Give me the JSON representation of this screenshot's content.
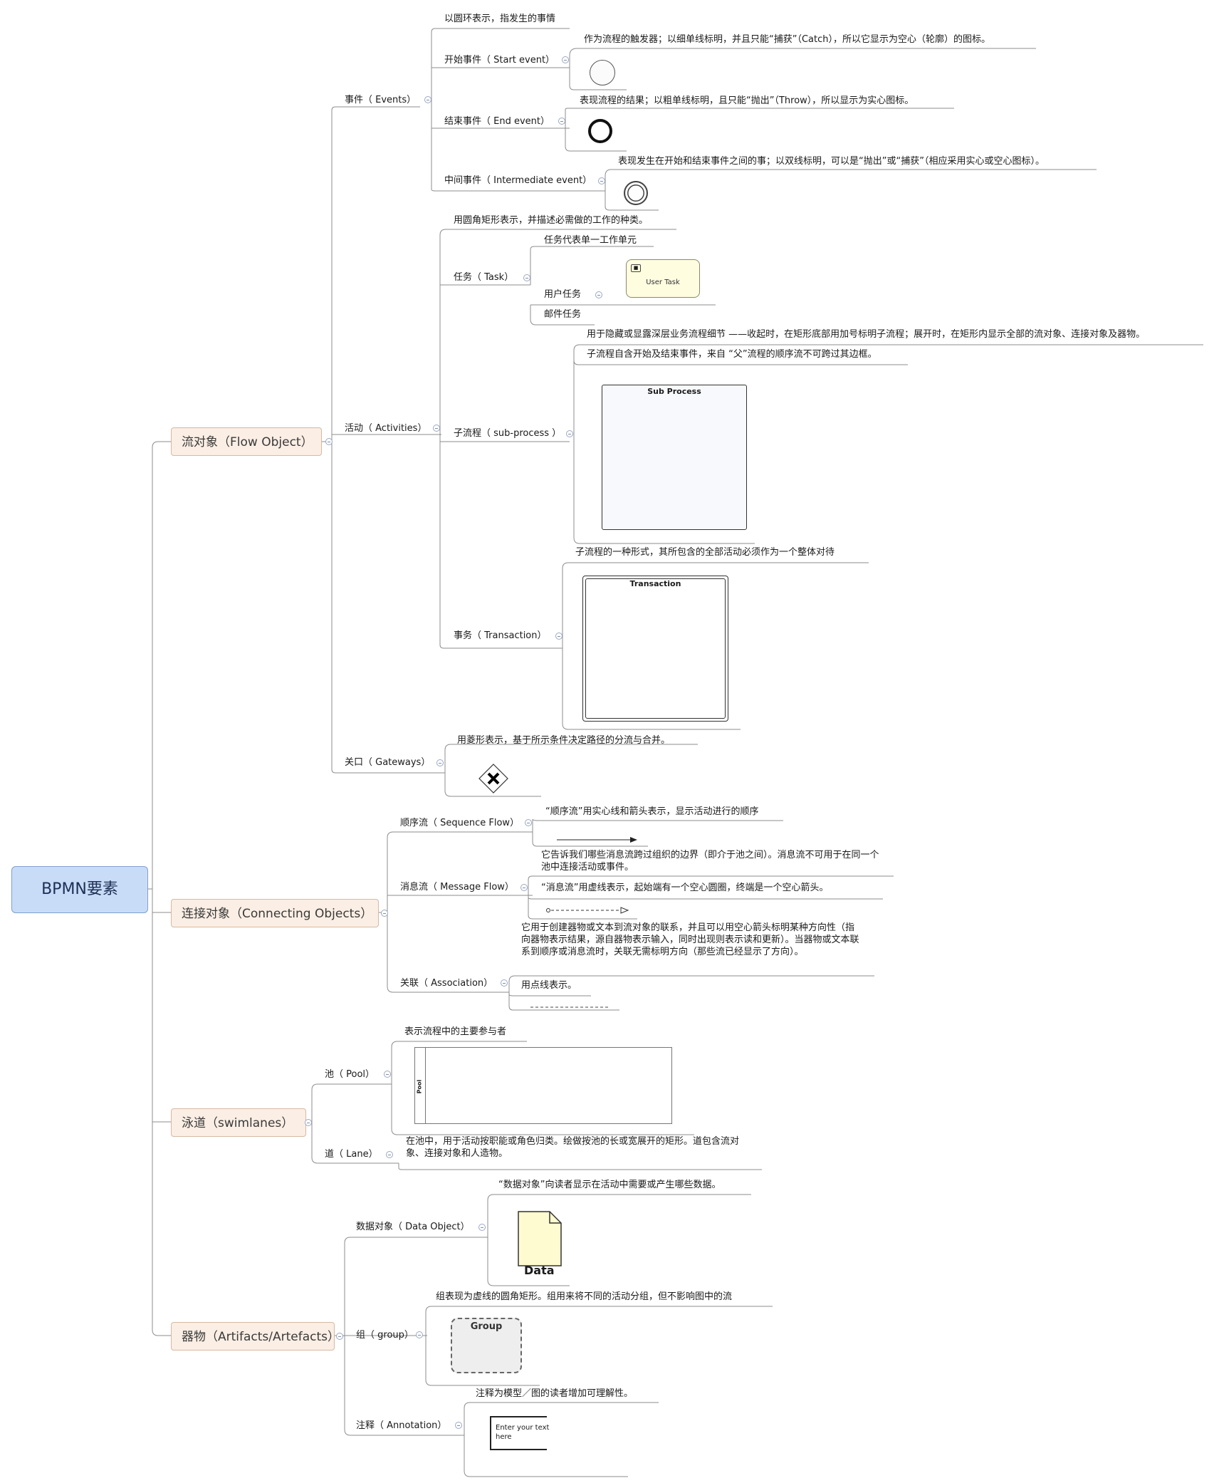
{
  "root": {
    "label": "BPMN要素"
  },
  "flow_object": {
    "label": "流对象（Flow Object）",
    "events": {
      "label": "事件（ Events）",
      "desc": "以圆环表示，指发生的事情",
      "start": {
        "label": "开始事件（ Start event）",
        "desc": "作为流程的触发器；以细单线标明，并且只能“捕获”（Catch），所以它显示为空心（轮廓）的图标。"
      },
      "end": {
        "label": "结束事件（ End event）",
        "desc": "表现流程的结果；以粗单线标明，且只能“抛出”（Throw），所以显示为实心图标。"
      },
      "intermediate": {
        "label": "中间事件（ Intermediate event）",
        "desc": "表现发生在开始和结束事件之间的事；以双线标明，可以是“抛出”或“捕获”（相应采用实心或空心图标）。"
      }
    },
    "activities": {
      "label": "活动（ Activities）",
      "desc": "用圆角矩形表示，并描述必需做的工作的种类。",
      "task": {
        "label": "任务（ Task）",
        "desc": "任务代表单一工作单元",
        "user_task": "用户任务",
        "user_task_shape": "User Task",
        "mail_task": "邮件任务"
      },
      "subprocess": {
        "label": "子流程（ sub-process ）",
        "desc1": "用于隐藏或显露深层业务流程细节 ——收起时，在矩形底部用加号标明子流程；展开时，在矩形内显示全部的流对象、连接对象及器物。",
        "desc2": "子流程自含开始及结束事件，来自 “父”流程的顺序流不可跨过其边框。",
        "shape_label": "Sub Process"
      },
      "transaction": {
        "label": "事务（ Transaction）",
        "desc": "子流程的一种形式，其所包含的全部活动必须作为一个整体对待",
        "shape_label": "Transaction"
      }
    },
    "gateways": {
      "label": "关口（ Gateways）",
      "desc": "用菱形表示，基于所示条件决定路径的分流与合并。"
    }
  },
  "connecting": {
    "label": "连接对象（Connecting Objects）",
    "sequence": {
      "label": "顺序流（ Sequence Flow）",
      "desc": "“顺序流”用实心线和箭头表示，显示活动进行的顺序"
    },
    "message": {
      "label": "消息流（ Message Flow）",
      "desc1": "它告诉我们哪些消息流跨过组织的边界（即介于池之间）。消息流不可用于在同一个池中连接活动或事件。",
      "desc2": "“消息流”用虚线表示，起始端有一个空心圆圈，终端是一个空心箭头。"
    },
    "association": {
      "label": "关联（ Association）",
      "desc1": "它用于创建器物或文本到流对象的联系，并且可以用空心箭头标明某种方向性（指向器物表示结果，源自器物表示输入，同时出现则表示读和更新）。当器物或文本联系到顺序或消息流时，关联无需标明方向（那些流已经显示了方向）。",
      "desc2": "用点线表示。"
    }
  },
  "swimlanes": {
    "label": "泳道（swimlanes）",
    "pool": {
      "label": "池（ Pool）",
      "desc": "表示流程中的主要参与者",
      "shape_label": "Pool"
    },
    "lane": {
      "label": "道（ Lane）",
      "desc": "在池中，用于活动按职能或角色归类。绘做按池的长或宽展开的矩形。道包含流对象、连接对象和人造物。"
    }
  },
  "artifacts": {
    "label": "器物（Artifacts/Artefacts）",
    "data_object": {
      "label": "数据对象（ Data Object）",
      "desc": "“数据对象”向读者显示在活动中需要或产生哪些数据。",
      "shape_label": "Data"
    },
    "group": {
      "label": "组（ group）",
      "desc": "组表现为虚线的圆角矩形。组用来将不同的活动分组，但不影响图中的流",
      "shape_label": "Group"
    },
    "annotation": {
      "label": "注释（ Annotation）",
      "desc": "注释为模型／图的读者增加可理解性。",
      "shape_label": "Enter your text here"
    }
  },
  "colors": {
    "central_fill": "#c9dcf7",
    "main_topic_fill": "#fbeee4",
    "line": "#8c8c8c",
    "user_task_fill": "#fffde0",
    "data_fill": "#fffbd0"
  },
  "icons": [
    "collapse-icon",
    "start-event-icon",
    "end-event-icon",
    "intermediate-event-icon",
    "user-icon",
    "exclusive-gateway-icon",
    "sequence-arrow-icon",
    "message-flow-icon",
    "association-line-icon",
    "data-object-icon"
  ]
}
